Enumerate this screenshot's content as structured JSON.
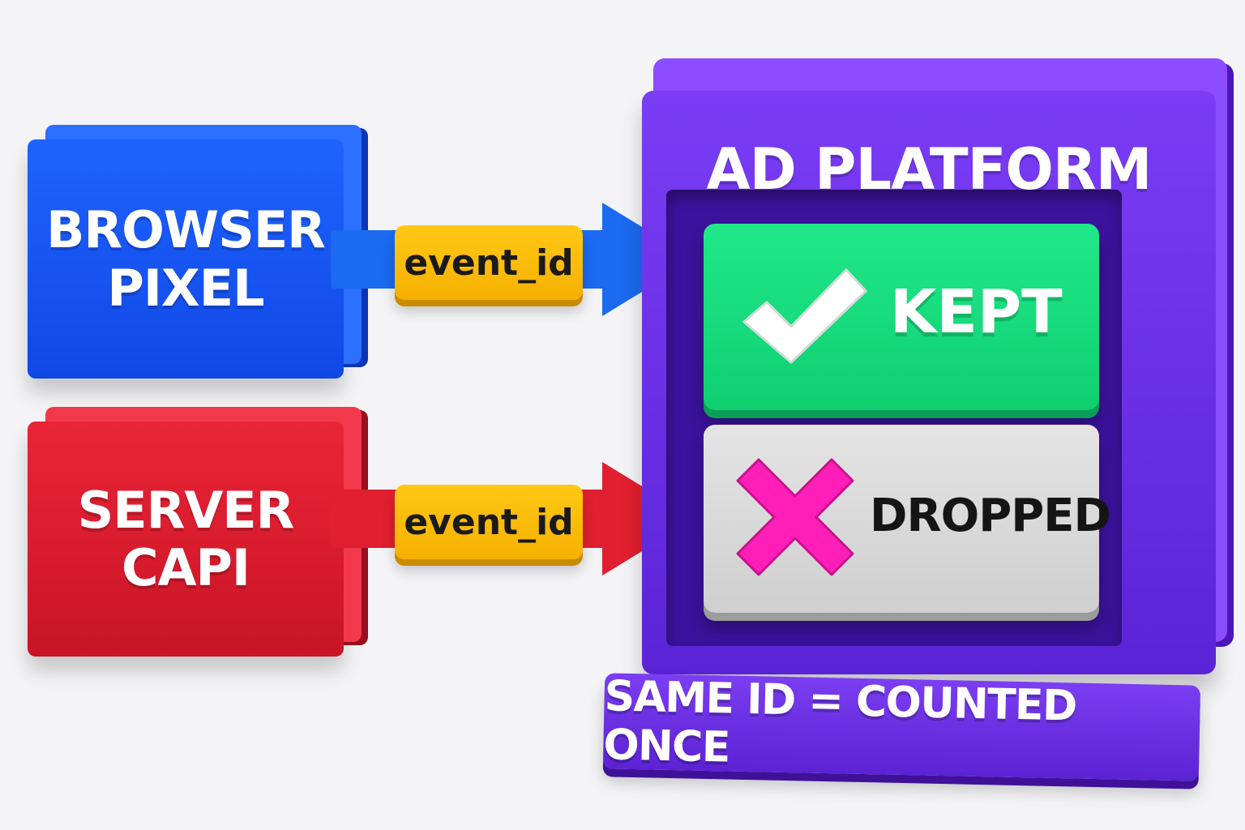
{
  "sources": {
    "browser": {
      "line1": "BROWSER",
      "line2": "PIXEL",
      "color": "#1f63ff"
    },
    "server": {
      "line1": "SERVER",
      "line2": "CAPI",
      "color": "#ea2537"
    }
  },
  "arrows": {
    "browser_tag": "event_id",
    "server_tag": "event_id",
    "tag_color": "#ffc815"
  },
  "platform": {
    "title": "AD PLATFORM",
    "color": "#6a2ee8",
    "kept": {
      "label": "KEPT",
      "icon": "checkmark-icon",
      "color": "#1bdf7f"
    },
    "dropped": {
      "label": "DROPPED",
      "icon": "cross-icon",
      "color": "#dcdcdc",
      "icon_color": "#ff1fb8"
    }
  },
  "caption": "SAME ID = COUNTED ONCE"
}
